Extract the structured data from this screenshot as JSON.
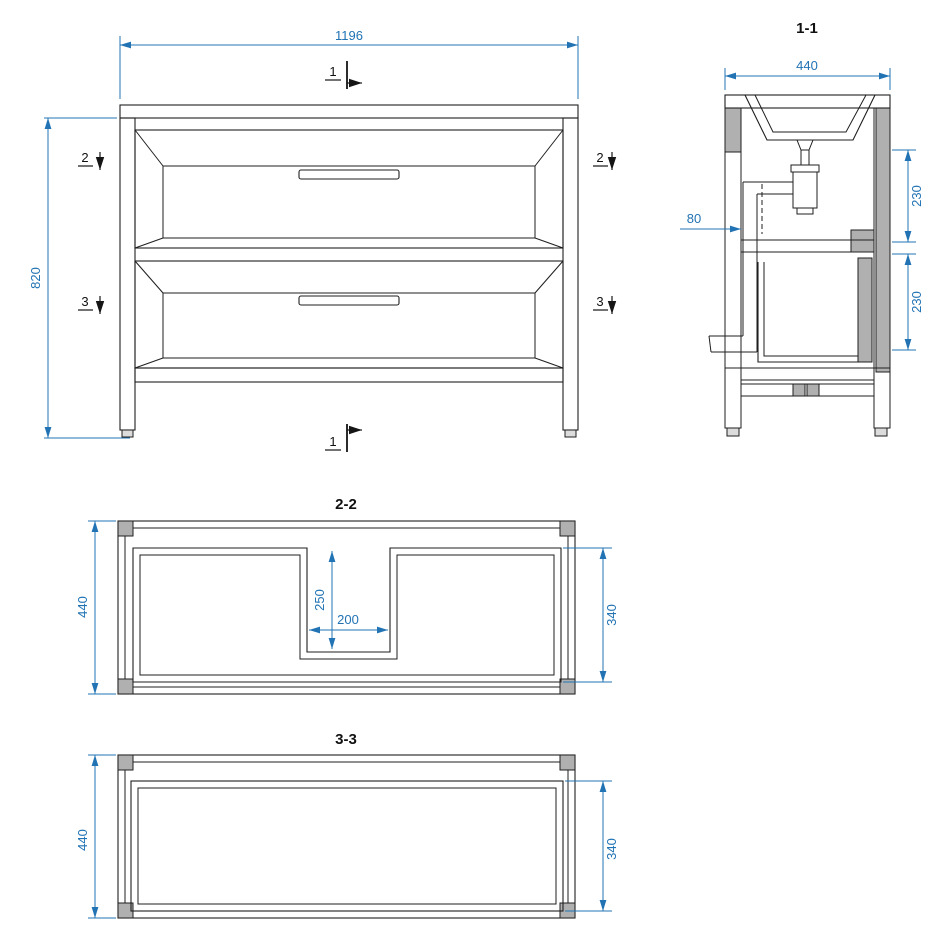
{
  "colors": {
    "dimension_blue": "#2173b4",
    "line_black": "#1f1f1f",
    "cut_fill_gray": "#b0b0b0",
    "background": "#ffffff"
  },
  "front_view": {
    "dim_width": "1196",
    "dim_height": "820",
    "marker_top": "1",
    "marker_bottom": "1",
    "marker_left_upper": "2",
    "marker_right_upper": "2",
    "marker_left_lower": "3",
    "marker_right_lower": "3"
  },
  "section_1_1": {
    "title": "1-1",
    "dim_width": "440",
    "dim_pipe_offset": "80",
    "dim_upper_compartment": "230",
    "dim_lower_compartment": "230"
  },
  "section_2_2": {
    "title": "2-2",
    "dim_depth": "440",
    "dim_drawer_depth": "340",
    "dim_notch_depth": "250",
    "dim_notch_width": "200"
  },
  "section_3_3": {
    "title": "3-3",
    "dim_depth": "440",
    "dim_drawer_depth": "340"
  }
}
